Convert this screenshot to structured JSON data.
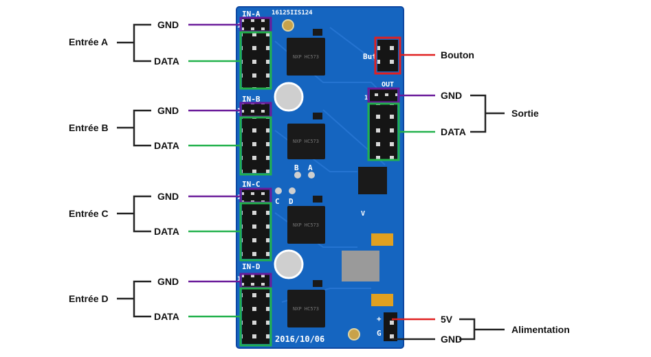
{
  "colors": {
    "gnd": "#6a1b9a",
    "data": "#22b14c",
    "bouton": "#e02020",
    "power_5v": "#e02020",
    "power_gnd": "#222222",
    "bracket": "#222222",
    "board": "#1565c0",
    "board_dark": "#0d47a1"
  },
  "board": {
    "marking_top": "16125IIS124",
    "date": "2016/10/06",
    "connectors": {
      "in_a": "IN-A",
      "in_b": "IN-B",
      "in_c": "IN-C",
      "in_d": "IN-D",
      "out": "OUT",
      "but": "But",
      "pin1": "1",
      "jumper_a": "A",
      "jumper_b": "B",
      "jumper_c": "C",
      "jumper_d": "D",
      "v_mark": "V",
      "plus": "+",
      "g_mark": "G"
    },
    "chip_label": "NXP HC573"
  },
  "labels": {
    "entree_a": "Entrée A",
    "entree_b": "Entrée B",
    "entree_c": "Entrée C",
    "entree_d": "Entrée D",
    "gnd": "GND",
    "data": "DATA",
    "bouton": "Bouton",
    "sortie": "Sortie",
    "alimentation": "Alimentation",
    "five_v": "5V"
  }
}
